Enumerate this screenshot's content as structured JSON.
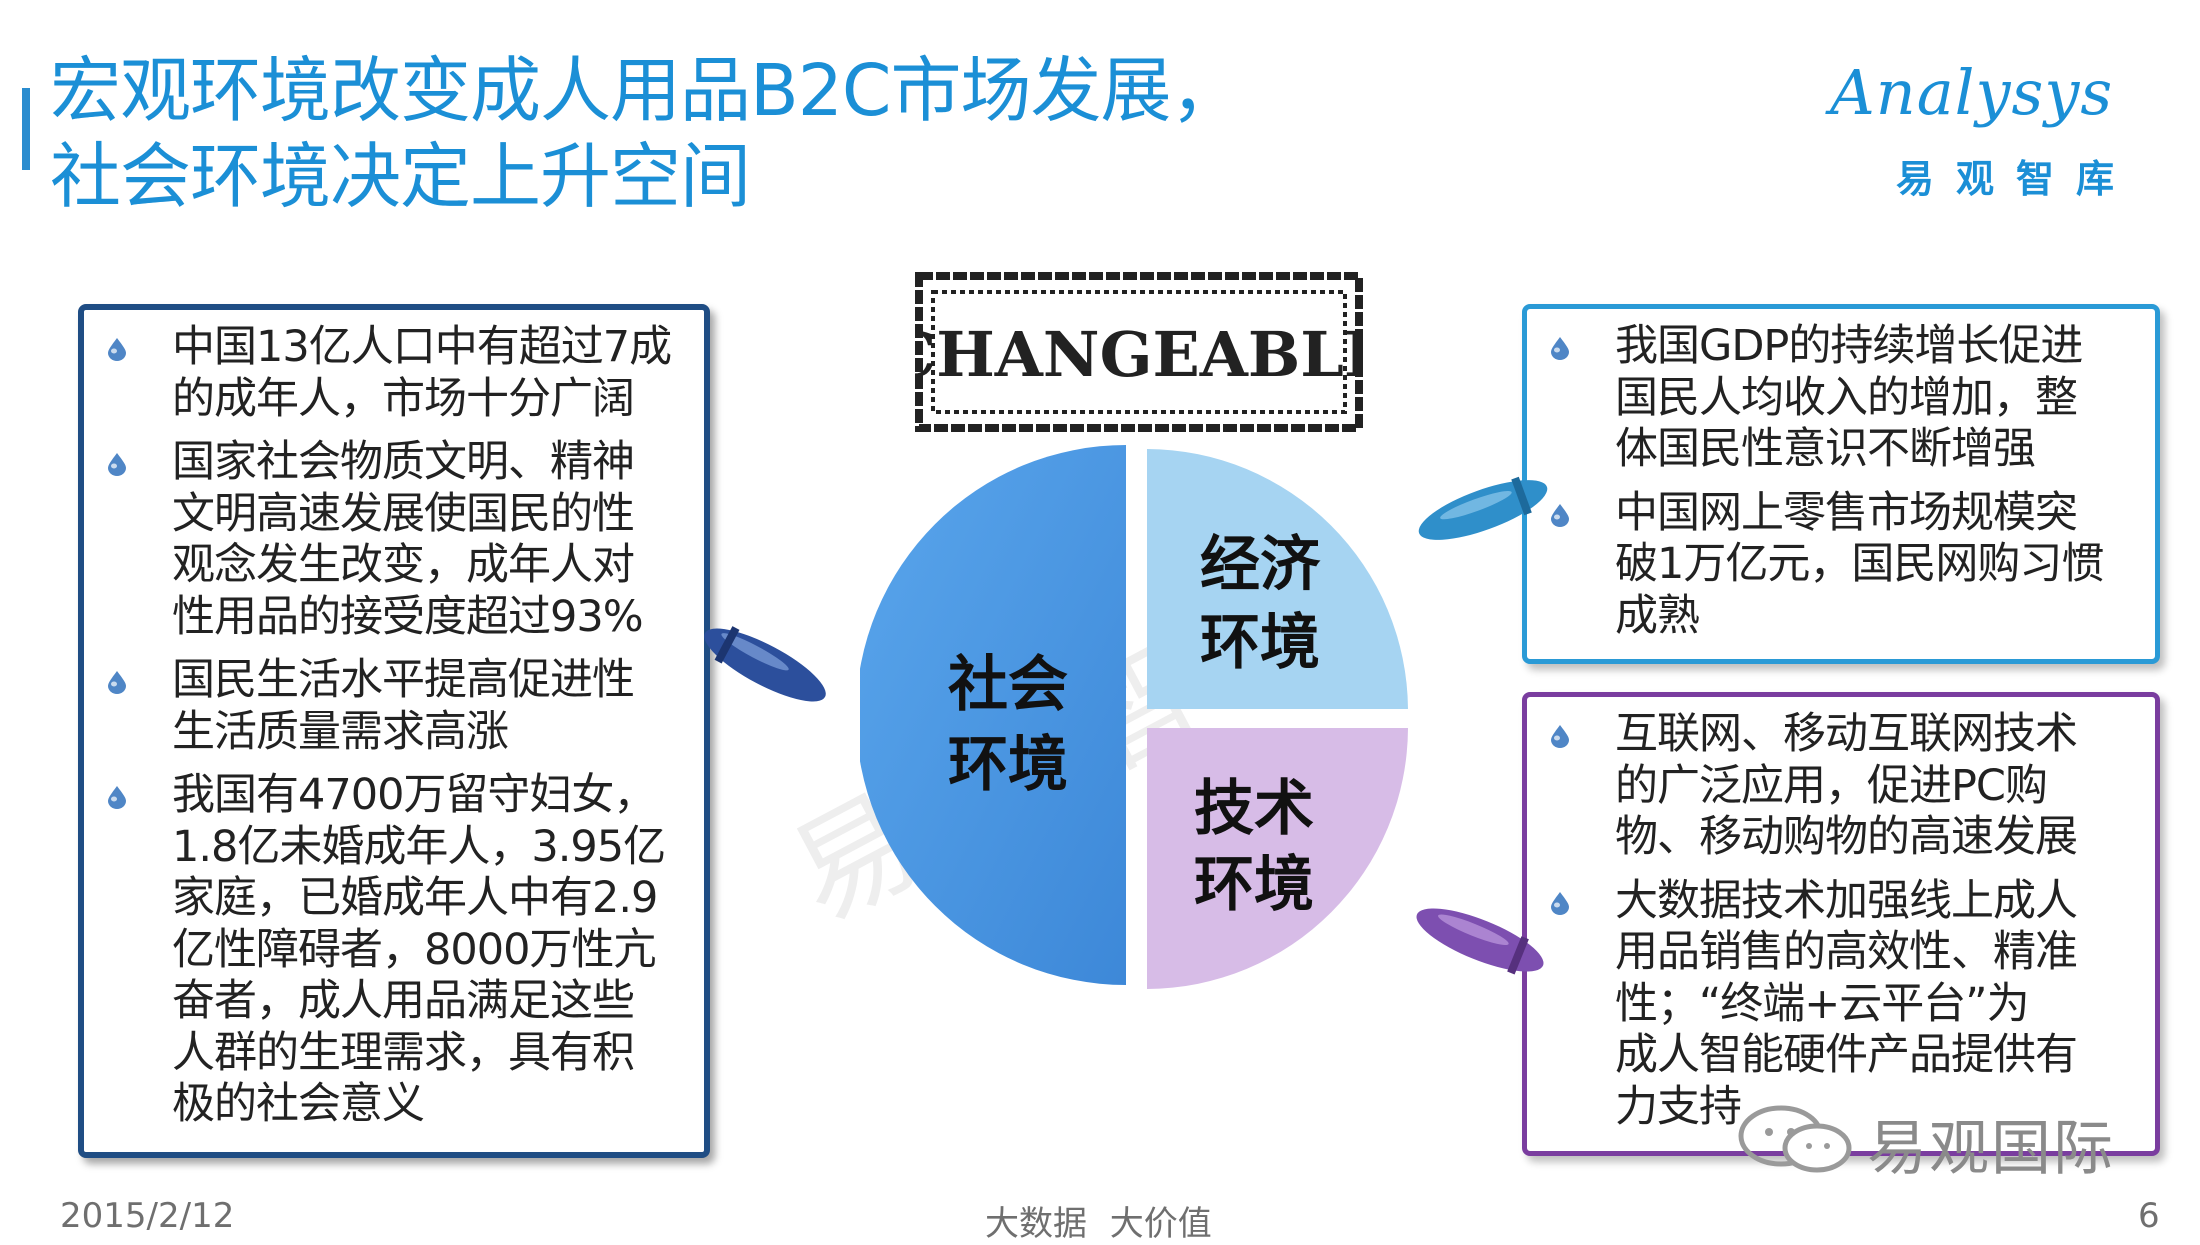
{
  "title": {
    "line1": "宏观环境改变成人用品B2C市场发展，",
    "line2": "社会环境决定上升空间"
  },
  "logo": {
    "brand": "Analysys",
    "chinese": "易观智库"
  },
  "stamp": {
    "text": "CHANGEABLE"
  },
  "pie": {
    "social": {
      "line1": "社会",
      "line2": "环境"
    },
    "economic": {
      "line1": "经济",
      "line2": "环境"
    },
    "tech": {
      "line1": "技术",
      "line2": "环境"
    }
  },
  "left_box": {
    "items": [
      {
        "lines": [
          "中国13亿人口中有超过7成",
          "的成年人，市场十分广阔"
        ]
      },
      {
        "lines": [
          "国家社会物质文明、精神",
          "文明高速发展使国民的性",
          "观念发生改变，成年人对",
          "性用品的接受度超过93%"
        ]
      },
      {
        "lines": [
          "国民生活水平提高促进性",
          "生活质量需求高涨"
        ]
      },
      {
        "lines": [
          "我国有4700万留守妇女，",
          "1.8亿未婚成年人，3.95亿",
          "家庭，已婚成年人中有2.9",
          "亿性障碍者，8000万性亢",
          "奋者，成人用品满足这些",
          "人群的生理需求，具有积",
          "极的社会意义"
        ]
      }
    ]
  },
  "right_top_box": {
    "items": [
      {
        "lines": [
          "我国GDP的持续增长促进",
          "国民人均收入的增加，整",
          "体国民性意识不断增强"
        ]
      },
      {
        "lines": [
          "中国网上零售市场规模突",
          "破1万亿元，国民网购习惯",
          "成熟"
        ]
      }
    ]
  },
  "right_bottom_box": {
    "items": [
      {
        "lines": [
          "互联网、移动互联网技术",
          "的广泛应用，促进PC购",
          "物、移动购物的高速发展"
        ]
      },
      {
        "lines": [
          "大数据技术加强线上成人",
          "用品销售的高效性、精准",
          "性；“终端+云平台”为",
          "成人智能硬件产品提供有",
          "力支持"
        ]
      }
    ]
  },
  "watermark": {
    "text": "易观智库"
  },
  "wechat_watermark": {
    "text": "易观国际"
  },
  "footer": {
    "date": "2015/2/12",
    "center": "大数据 大价值",
    "page": "6"
  },
  "colors": {
    "title": "#1b8fd6",
    "social": "#4a98e4",
    "economic": "#a4d3f1",
    "tech": "#d6b8e6",
    "left_border": "#1f4d84",
    "right_top_border": "#2a9ad6",
    "right_bottom_border": "#7a3d9f"
  }
}
